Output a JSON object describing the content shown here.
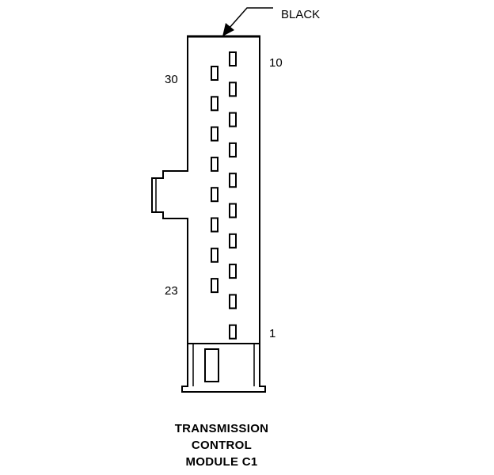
{
  "connector": {
    "wire_color_label": "BLACK",
    "pin_labels": {
      "top_right": "10",
      "top_left": "30",
      "bottom_left": "23",
      "bottom_right": "1"
    },
    "right_column_pin_count": 10,
    "left_column_pin_count": 8
  },
  "caption": {
    "line1": "TRANSMISSION",
    "line2": "CONTROL",
    "line3": "MODULE C1"
  }
}
